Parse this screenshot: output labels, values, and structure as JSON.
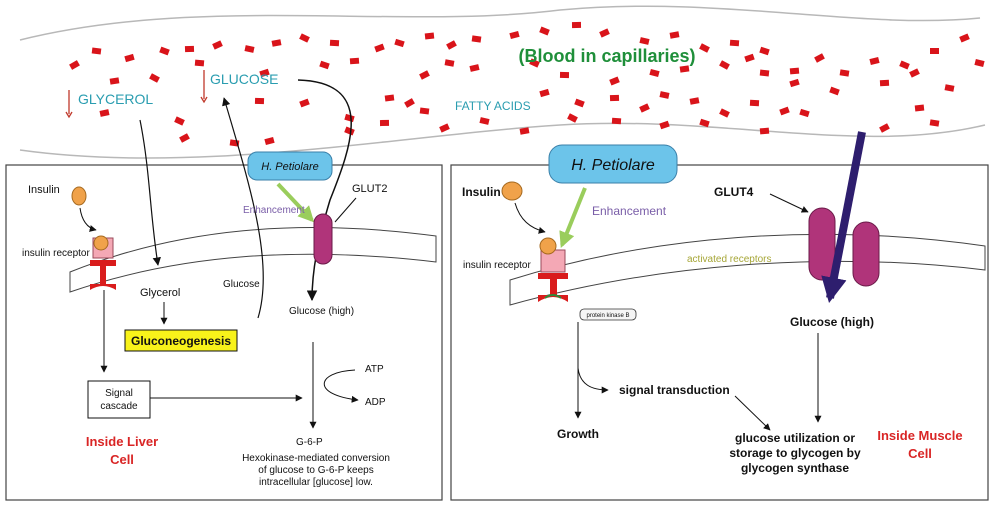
{
  "blood": {
    "title": "(Blood in capillaries)",
    "glycerol": "GLYCEROL",
    "glucose": "GLUCOSE",
    "fatty_acids": "FATTY ACIDS"
  },
  "liver": {
    "petiolare": "H. Petiolare",
    "enhancement": "Enhancement",
    "glut2": "GLUT2",
    "insulin": "Insulin",
    "insulin_receptor": "insulin receptor",
    "glycerol": "Glycerol",
    "glucose": "Glucose",
    "gluconeogenesis": "Gluconeogenesis",
    "glucose_high": "Glucose (high)",
    "atp": "ATP",
    "adp": "ADP",
    "signal_cascade": [
      "Signal",
      "cascade"
    ],
    "g6p": "G-6-P",
    "hexokinase": [
      "Hexokinase-mediated conversion",
      "of glucose to G-6-P keeps",
      "intracellular [glucose] low."
    ],
    "inside": [
      "Inside Liver",
      "Cell"
    ]
  },
  "muscle": {
    "petiolare": "H. Petiolare",
    "enhancement": "Enhancement",
    "insulin": "Insulin",
    "insulin_receptor": "insulin receptor",
    "glut4": "GLUT4",
    "activated": "activated receptors",
    "protein_kinase": "protein kinase B",
    "glucose_high": "Glucose (high)",
    "signal_transduction": "signal transduction",
    "growth": "Growth",
    "utilization": [
      "glucose utilization or",
      "storage to glycogen by",
      "glycogen synthase"
    ],
    "inside": [
      "Inside Muscle",
      "Cell"
    ]
  },
  "colors": {
    "blood_particle": "#d9141a",
    "teal": "#2a9db0",
    "green": "#1f8f3a",
    "petiolare_fill": "#6cc4ea",
    "glut": "#b0347a",
    "insulin": "#f0a24a",
    "receptor_pink": "#f4a8b5",
    "receptor_red": "#d91c1c",
    "enhance_arrow": "#9acd5c",
    "purple": "#7a5ea8",
    "gluco_fill": "#f8f21a",
    "big_arrow": "#2e1e6e",
    "inside_red": "#d92525",
    "olive": "#a6a637"
  }
}
